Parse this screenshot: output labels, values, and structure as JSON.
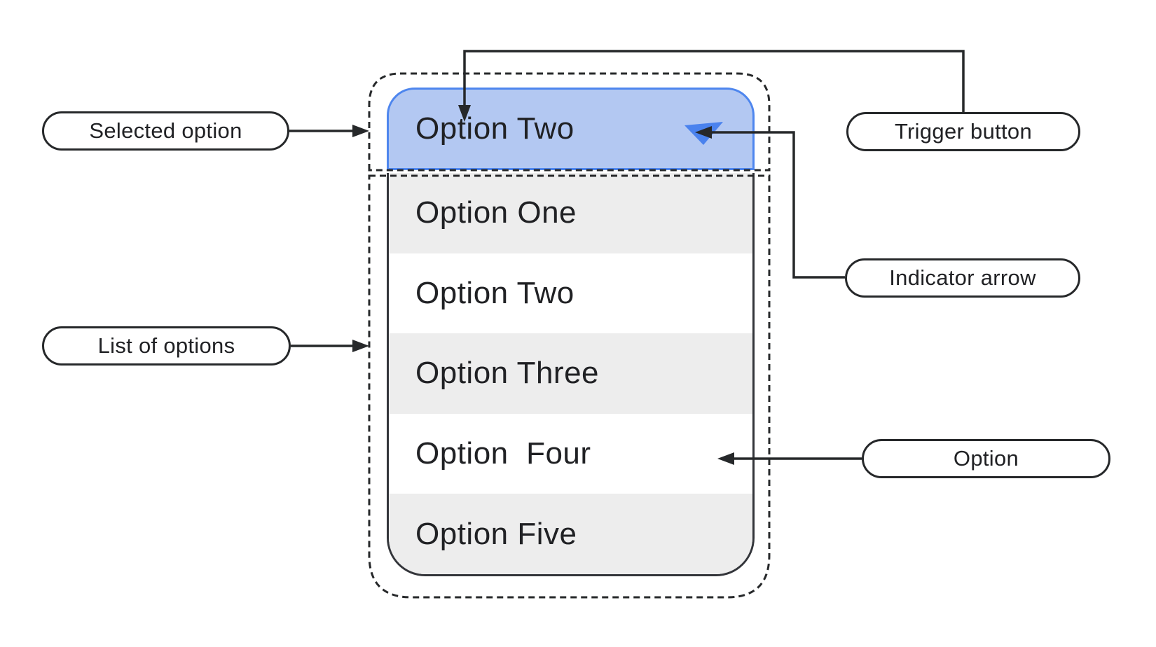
{
  "dropdown": {
    "selected_value": "Option Two",
    "options": [
      "Option One",
      "Option Two",
      "Option Three",
      "Option  Four",
      "Option Five"
    ]
  },
  "callouts": {
    "selected_option": "Selected option",
    "trigger_button": "Trigger button",
    "indicator_arrow": "Indicator arrow",
    "list_of_options": "List of options",
    "option": "Option"
  },
  "colors": {
    "header_fill": "#b3c8f2",
    "header_border": "#4e86ee",
    "indicator": "#4a82ee",
    "row_alt": "#ededed",
    "line": "#26282a",
    "text": "#202124"
  }
}
